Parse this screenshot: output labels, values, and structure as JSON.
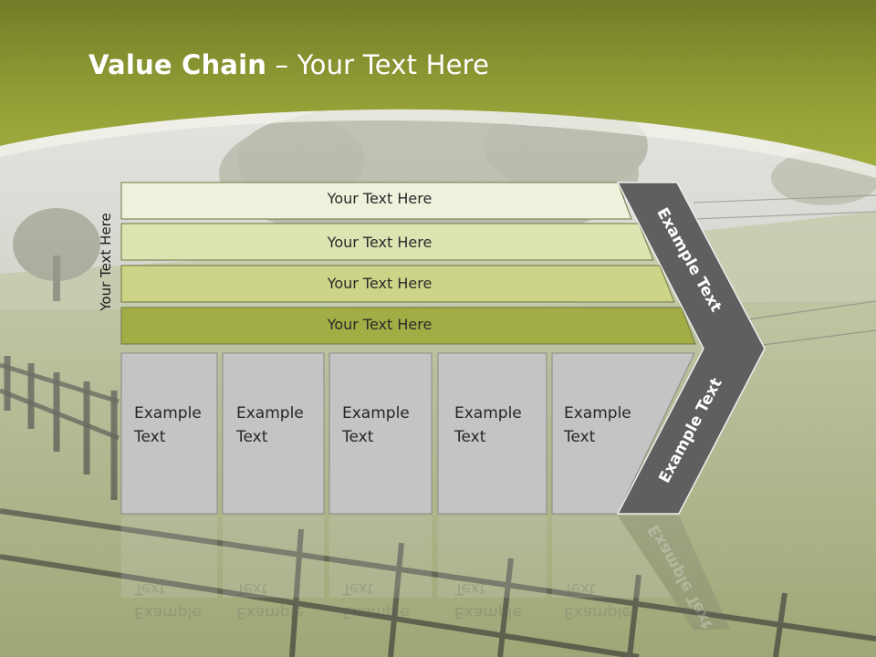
{
  "slide": {
    "title_bold": "Value Chain",
    "title_rest": " – Your Text Here",
    "side_label": "Your Text Here"
  },
  "rows": [
    {
      "label": "Your Text Here",
      "fill": "#eef1dc"
    },
    {
      "label": "Your Text Here",
      "fill": "#dde3b1"
    },
    {
      "label": "Your Text Here",
      "fill": "#cdd487"
    },
    {
      "label": "Your Text Here",
      "fill": "#a2ad45"
    }
  ],
  "boxes": [
    {
      "line1": "Example",
      "line2": "Text"
    },
    {
      "line1": "Example",
      "line2": "Text"
    },
    {
      "line1": "Example",
      "line2": "Text"
    },
    {
      "line1": "Example",
      "line2": "Text"
    },
    {
      "line1": "Example",
      "line2": "Text"
    }
  ],
  "chevron": {
    "upper_label": "Example Text",
    "lower_label": "Example Text",
    "fill": "#5f5f5f"
  },
  "colors": {
    "header_green": "#8c9a2c",
    "box_grey": "#c4c4c4"
  }
}
